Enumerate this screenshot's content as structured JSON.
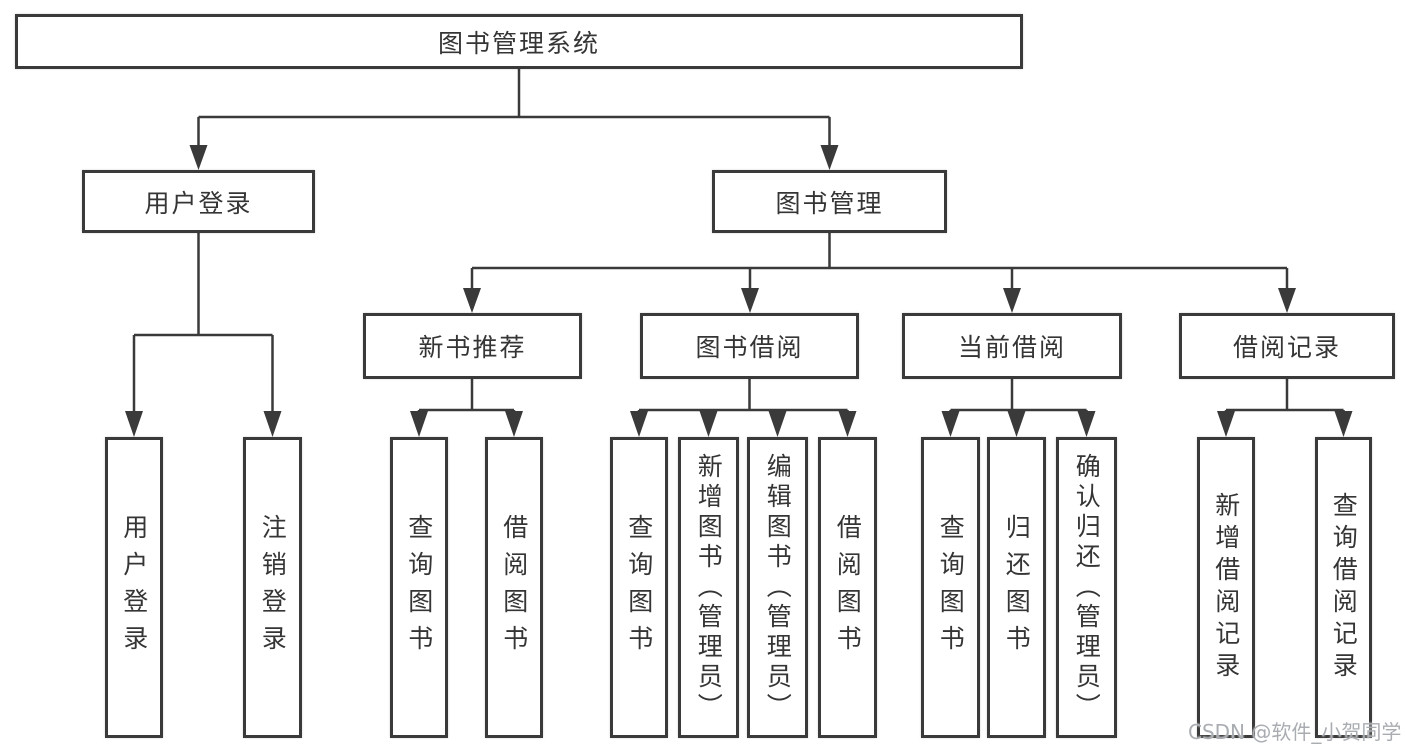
{
  "tree": {
    "root": "图书管理系统",
    "user_login": {
      "label": "用户登录",
      "children": [
        "用户登录",
        "注销登录"
      ]
    },
    "book_management": {
      "label": "图书管理",
      "sections": [
        {
          "label": "新书推荐",
          "children": [
            "查询图书",
            "借阅图书"
          ]
        },
        {
          "label": "图书借阅",
          "children": [
            "查询图书",
            "新增图书（管理员）",
            "编辑图书（管理员）",
            "借阅图书"
          ]
        },
        {
          "label": "当前借阅",
          "children": [
            "查询图书",
            "归还图书",
            "确认归还（管理员）"
          ]
        },
        {
          "label": "借阅记录",
          "children": [
            "新增借阅记录",
            "查询借阅记录"
          ]
        }
      ]
    }
  },
  "watermark": "CSDN @软件_小贺同学",
  "colors": {
    "line": "#3a3a3a",
    "text": "#353535",
    "background": "#ffffff",
    "watermark": "#a9adb2"
  }
}
